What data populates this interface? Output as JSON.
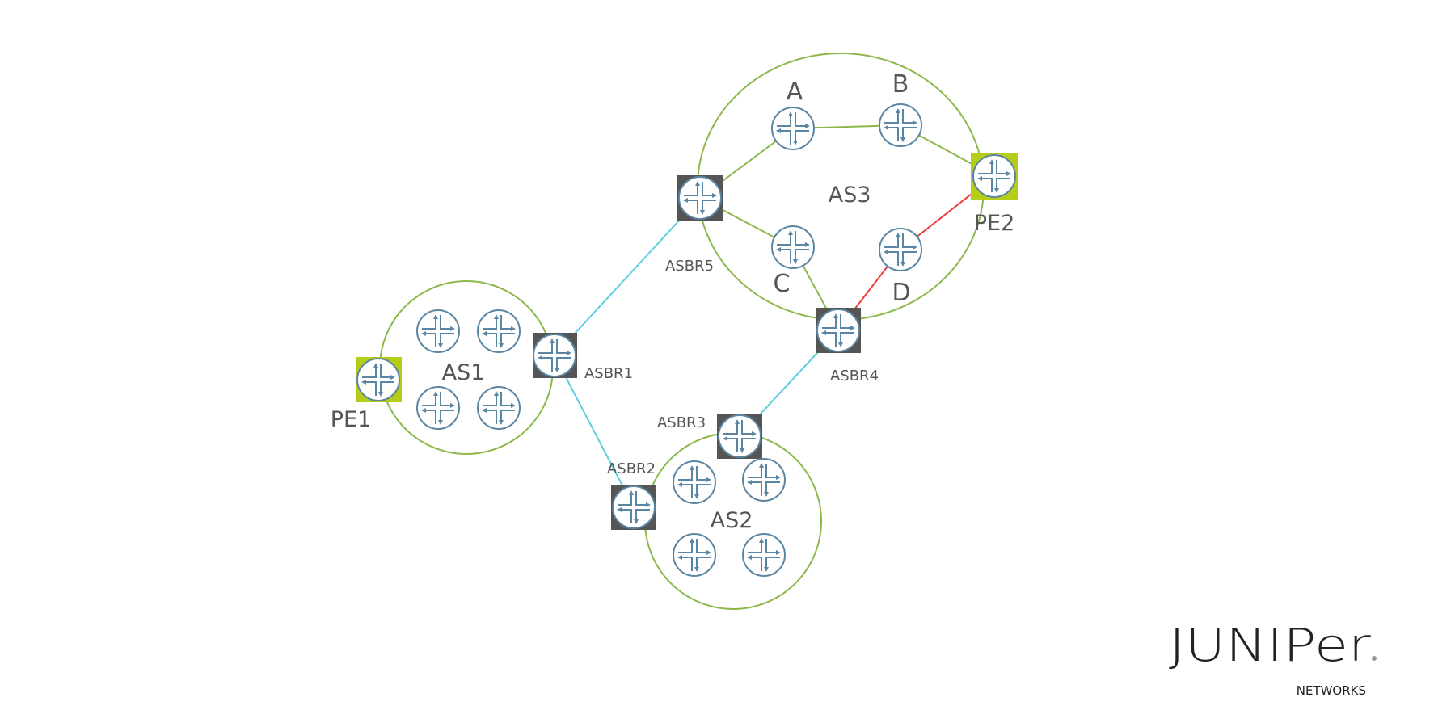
{
  "diagram": {
    "autonomous_systems": [
      {
        "id": "as1",
        "label": "AS1"
      },
      {
        "id": "as2",
        "label": "AS2"
      },
      {
        "id": "as3",
        "label": "AS3"
      }
    ],
    "nodes": {
      "pe1": "PE1",
      "pe2": "PE2",
      "asbr1": "ASBR1",
      "asbr2": "ASBR2",
      "asbr3": "ASBR3",
      "asbr4": "ASBR4",
      "asbr5": "ASBR5",
      "a": "A",
      "b": "B",
      "c": "C",
      "d": "D"
    },
    "links": [
      {
        "from": "ASBR5",
        "to": "ASBR1",
        "type": "inter-AS",
        "color": "#5bcfe0"
      },
      {
        "from": "ASBR1",
        "to": "ASBR2",
        "type": "inter-AS",
        "color": "#5bcfe0"
      },
      {
        "from": "ASBR4",
        "to": "ASBR3",
        "type": "inter-AS",
        "color": "#5bcfe0"
      },
      {
        "from": "ASBR5",
        "to": "A",
        "type": "intra-AS",
        "color": "#8cb84a"
      },
      {
        "from": "A",
        "to": "B",
        "type": "intra-AS",
        "color": "#8cb84a"
      },
      {
        "from": "B",
        "to": "PE2",
        "type": "intra-AS",
        "color": "#8cb84a"
      },
      {
        "from": "ASBR5",
        "to": "C",
        "type": "intra-AS",
        "color": "#8cb84a"
      },
      {
        "from": "C",
        "to": "ASBR4",
        "type": "intra-AS",
        "color": "#8cb84a"
      },
      {
        "from": "ASBR4",
        "to": "D",
        "type": "highlighted",
        "color": "#f03a3a"
      },
      {
        "from": "D",
        "to": "PE2",
        "type": "highlighted",
        "color": "#f03a3a"
      }
    ],
    "colors": {
      "as_boundary": "#8cb84a",
      "pe_highlight": "#b5cc18",
      "asbr_box": "#555555",
      "router_stroke": "#5b86a3"
    }
  },
  "logo": {
    "name": "JUNIPer",
    "sub": "NETWORKS"
  }
}
